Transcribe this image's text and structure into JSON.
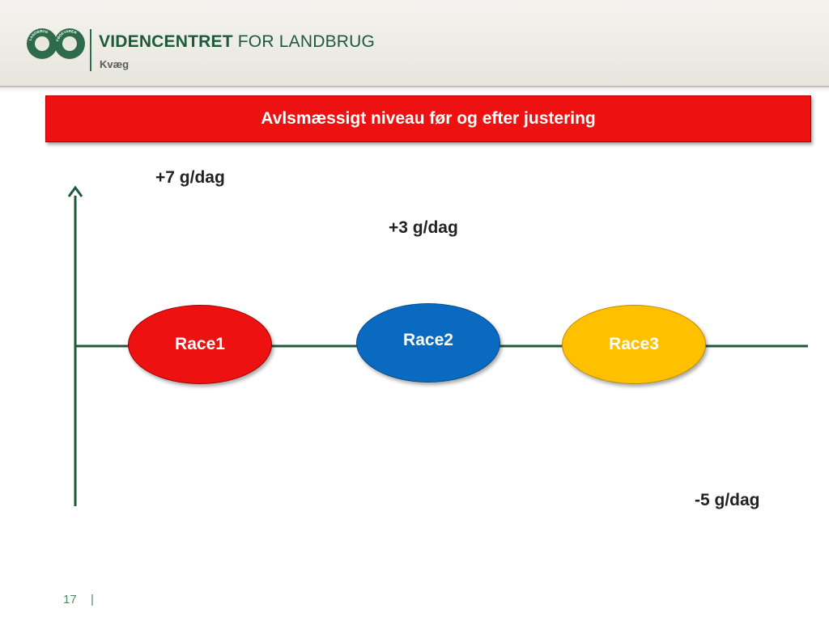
{
  "header": {
    "brand_bold": "VIDENCENTRET",
    "brand_rest": " FOR LANDBRUG",
    "sub": "Kvæg",
    "logo_ring_left": "LANDBRUG",
    "logo_ring_right": "FØDEVARER"
  },
  "title": "Avlsmæssigt niveau før og efter justering",
  "labels": {
    "top": "+7 g/dag",
    "mid": "+3 g/dag",
    "bottom": "-5 g/dag"
  },
  "races": [
    {
      "label": "Race1",
      "color": "#ee1111"
    },
    {
      "label": "Race2",
      "color": "#0a6ac0"
    },
    {
      "label": "Race3",
      "color": "#ffc000"
    }
  ],
  "colors": {
    "axis": "#1e5a3a",
    "banner": "#ee1111",
    "brand": "#1e5a3a"
  },
  "footer": {
    "page_number": "17",
    "separator": "|"
  }
}
